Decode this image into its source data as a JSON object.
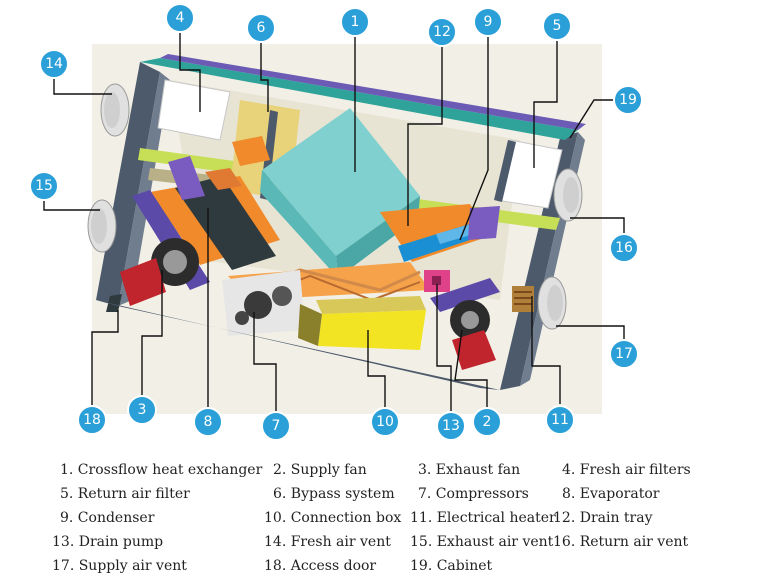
{
  "colors": {
    "callout_fill": "#2a9fd8",
    "callout_stroke": "#ffffff",
    "cabinet_frame": "#4d5a6b",
    "top_band": "#2fa39a",
    "heat_exchanger": "#7fd0cf",
    "drain_tray": "#f08a2a",
    "connection_box": "#f2e422",
    "pump": "#e0428a",
    "fan_motor": "#c0242c",
    "shelf": "#c7df56"
  },
  "callouts": [
    "1",
    "2",
    "3",
    "4",
    "5",
    "6",
    "7",
    "8",
    "9",
    "10",
    "11",
    "12",
    "13",
    "14",
    "15",
    "16",
    "17",
    "18",
    "19"
  ],
  "legend": [
    [
      "1. Crossflow heat exchanger",
      "2. Supply fan",
      "3. Exhaust fan",
      "4. Fresh air filters"
    ],
    [
      "5. Return air filter",
      "6. Bypass system",
      "7. Compressors",
      "8. Evaporator"
    ],
    [
      "9. Condenser",
      "10. Connection box",
      "11. Electrical heater",
      "12. Drain tray"
    ],
    [
      "13. Drain pump",
      "14. Fresh air vent",
      "15. Exhaust air vent",
      "16. Return air vent"
    ],
    [
      "17. Supply air vent",
      "18. Access door",
      "19. Cabinet"
    ]
  ]
}
